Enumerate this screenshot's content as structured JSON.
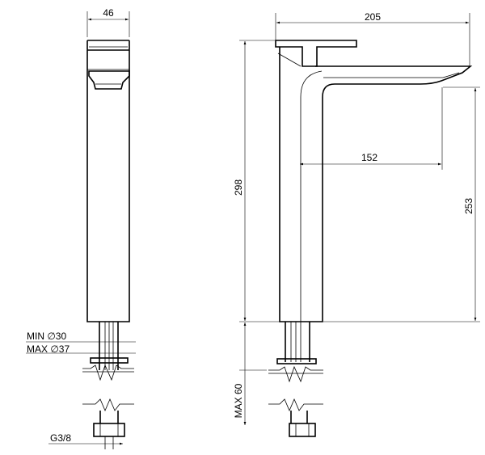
{
  "dimensions": {
    "side_width": "46",
    "spout_width": "205",
    "spout_reach": "152",
    "total_height": "298",
    "spout_height": "253",
    "max_deck": "MAX 60"
  },
  "labels": {
    "min_hole": "MIN ∅30",
    "max_hole": "MAX ∅37",
    "thread": "G3/8"
  }
}
